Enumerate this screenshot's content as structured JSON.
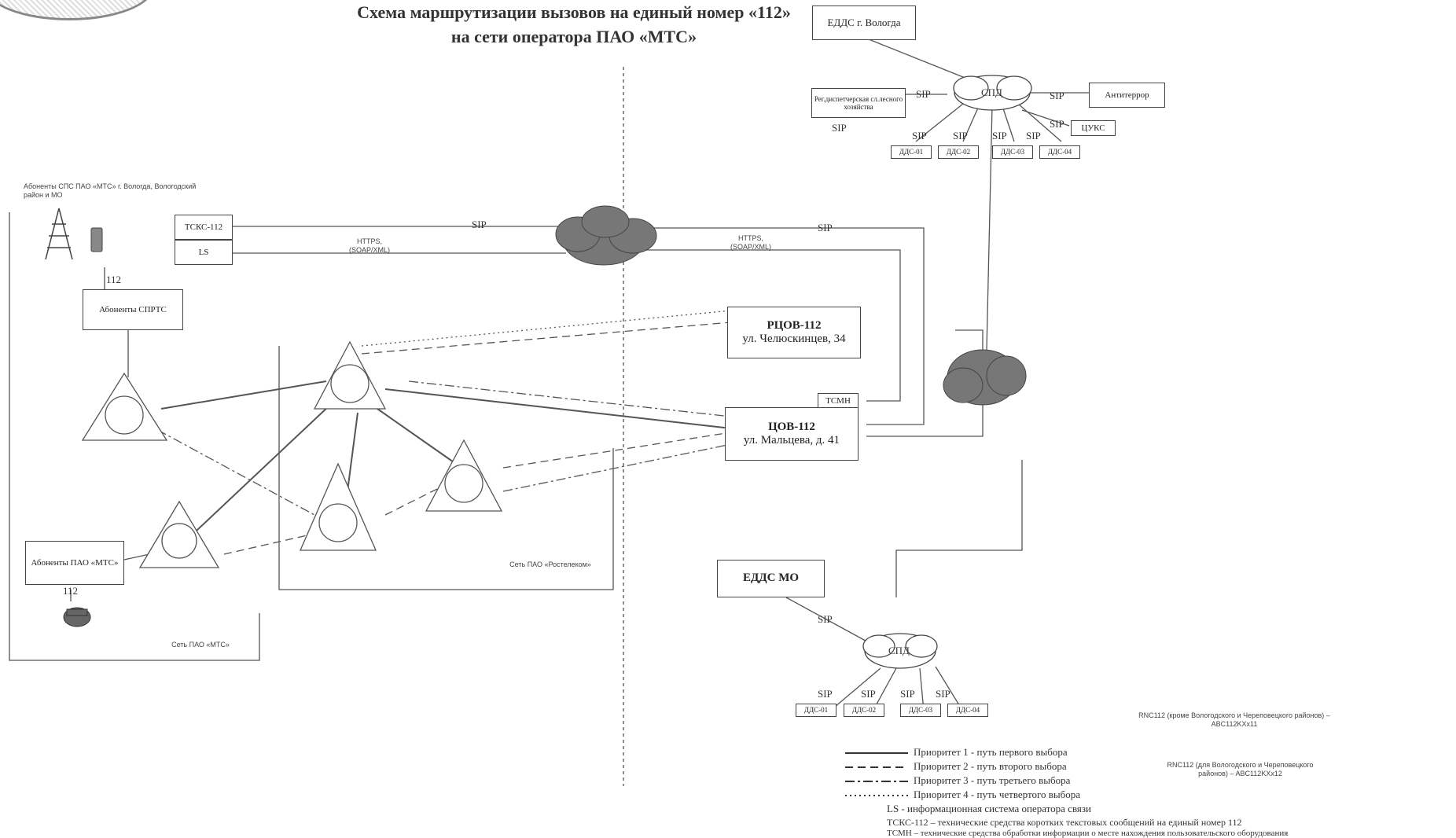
{
  "title": {
    "line1": "Схема маршрутизации вызовов на единый номер «112»",
    "line2": "на сети оператора ПАО «МТС»"
  },
  "boxes": {
    "edds_vologda": "ЕДДС г. Вологда",
    "reg_dispatch": "Рег.диспетчерская сл.лесного хозяйства",
    "antiterror": "Антитеррор",
    "tsuks": "ЦУКС",
    "tsks112": "ТСКС-112",
    "ls": "LS",
    "abonenty_sprts": "Абоненты СПРТС",
    "rtsov": "РЦОВ-112",
    "rtsov_addr": "ул. Челюскинцев, 34",
    "tsov": "ЦОВ-112",
    "tsov_addr": "ул. Мальцева, д. 41",
    "tsmn": "ТСМН",
    "abonenty_pao": "Абоненты ПАО «МТС»",
    "edds_mo": "ЕДДС МО"
  },
  "dds_top": [
    "ДДС-01",
    "ДДС-02",
    "ДДС-03",
    "ДДС-04"
  ],
  "dds_bottom": [
    "ДДС-01",
    "ДДС-02",
    "ДДС-03",
    "ДДС-04"
  ],
  "labels": {
    "spd": "СПД",
    "sip": "SIP",
    "https": "HTTPS,",
    "soap": "(SOAP/XML)",
    "n112": "112",
    "subscribers_note": "Абоненты СПС ПАО «МТС» г. Вологда, Вологодский район и МО",
    "net_rostelecom": "Сеть ПАО «Ростелеком»",
    "net_mts": "Сеть ПАО «МТС»",
    "rnc_note1": "RNC112 (кроме Вологодского и Череповецкого районов) – ABC112KXx11",
    "rnc_note2": "RNC112 (для Вологодского и Череповецкого районов) – ABC112KXx12"
  },
  "legend": [
    "Приоритет 1 - путь первого выбора",
    "Приоритет 2 - путь второго выбора",
    "Приоритет 3 - путь третьего выбора",
    "Приоритет 4 - путь четвертого выбора",
    "LS   - информационная система оператора связи",
    "ТСКС-112 – технические средства коротких текстовых сообщений на единый номер 112",
    "ТСМН – технические средства обработки информации о месте нахождения пользовательского оборудования"
  ]
}
